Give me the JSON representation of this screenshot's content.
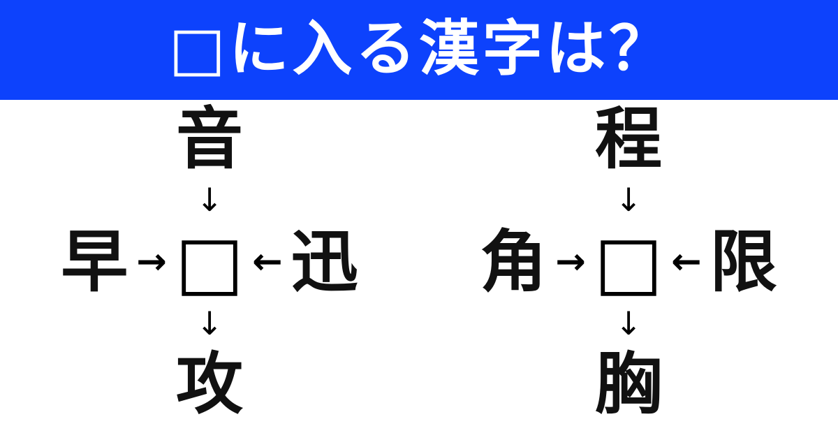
{
  "header": {
    "title": "□に入る漢字は？",
    "background_color": "#0d42fc",
    "text_color": "#ffffff"
  },
  "puzzles": [
    {
      "id": "puzzle-left",
      "top": "音",
      "left": "早",
      "center": "□",
      "right": "迅",
      "bottom": "攻",
      "arrow_down_top": "↓",
      "arrow_right": "→",
      "arrow_left": "←",
      "arrow_down_bottom": "↓"
    },
    {
      "id": "puzzle-right",
      "top": "程",
      "left": "角",
      "center": "□",
      "right": "限",
      "bottom": "胸",
      "arrow_down_top": "↓",
      "arrow_right": "→",
      "arrow_left": "←",
      "arrow_down_bottom": "↓"
    }
  ],
  "colors": {
    "banner_blue": "#0d42fc",
    "kanji_black": "#111111",
    "page_white": "#ffffff"
  }
}
